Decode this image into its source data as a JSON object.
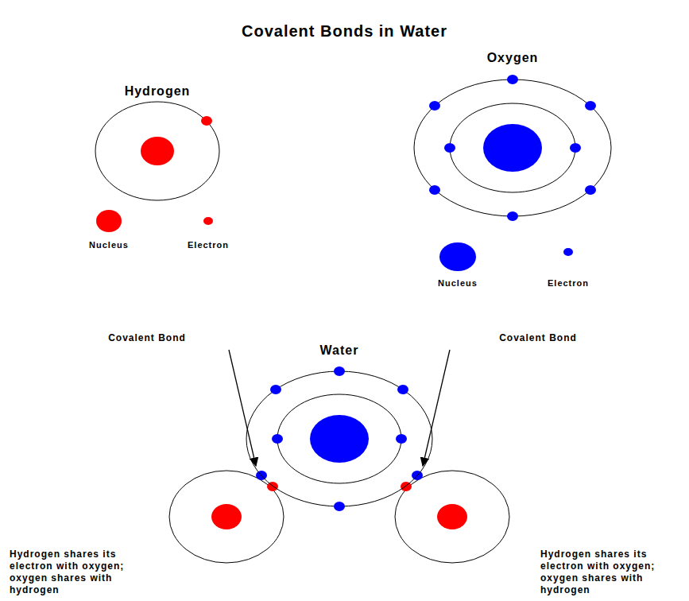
{
  "diagram": {
    "title": "Covalent Bonds in Water",
    "nodes": [
      {
        "text": [
          "Hydrogen"
        ]
      },
      {
        "text": [
          "Oxygen"
        ]
      },
      {
        "text": [
          "Water"
        ]
      }
    ],
    "labels": [
      "Covalent Bond",
      "Covalent Bond",
      "Hydrogen shares its electron with oxygen; oxygen shares with hydrogen",
      "Hydrogen shares its electron with oxygen; oxygen shares with hydrogen"
    ],
    "legend": [
      {
        "text": "Nucleus",
        "color": "#ff0000"
      },
      {
        "text": "Electron",
        "color": "#ff0000"
      },
      {
        "text": "Nucleus",
        "color": "#0000ff"
      },
      {
        "text": "Electron",
        "color": "#0000ff"
      }
    ]
  }
}
